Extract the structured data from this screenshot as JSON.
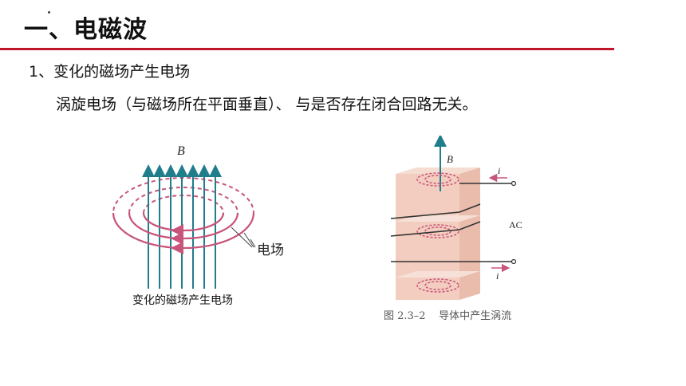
{
  "slide": {
    "title": "一、电磁波",
    "subtitle": "1、变化的磁场产生电场",
    "body_text": "涡旋电场（与磁场所在平面垂直）、 与是否存在闭合回路无关。"
  },
  "figure_left": {
    "b_label": "B",
    "field_label": "电场",
    "caption": "变化的磁场产生电场"
  },
  "figure_right": {
    "b_label": "B",
    "current_label_top": "i",
    "current_label_bottom": "i",
    "ac_label": "AC",
    "caption": "图 2.3–2    导体中产生涡流"
  },
  "colors": {
    "accent_rule": "#c0152a",
    "field_arrows": "#1f7d8c",
    "ring": "#c8557a",
    "block": "#f3d2c6"
  }
}
